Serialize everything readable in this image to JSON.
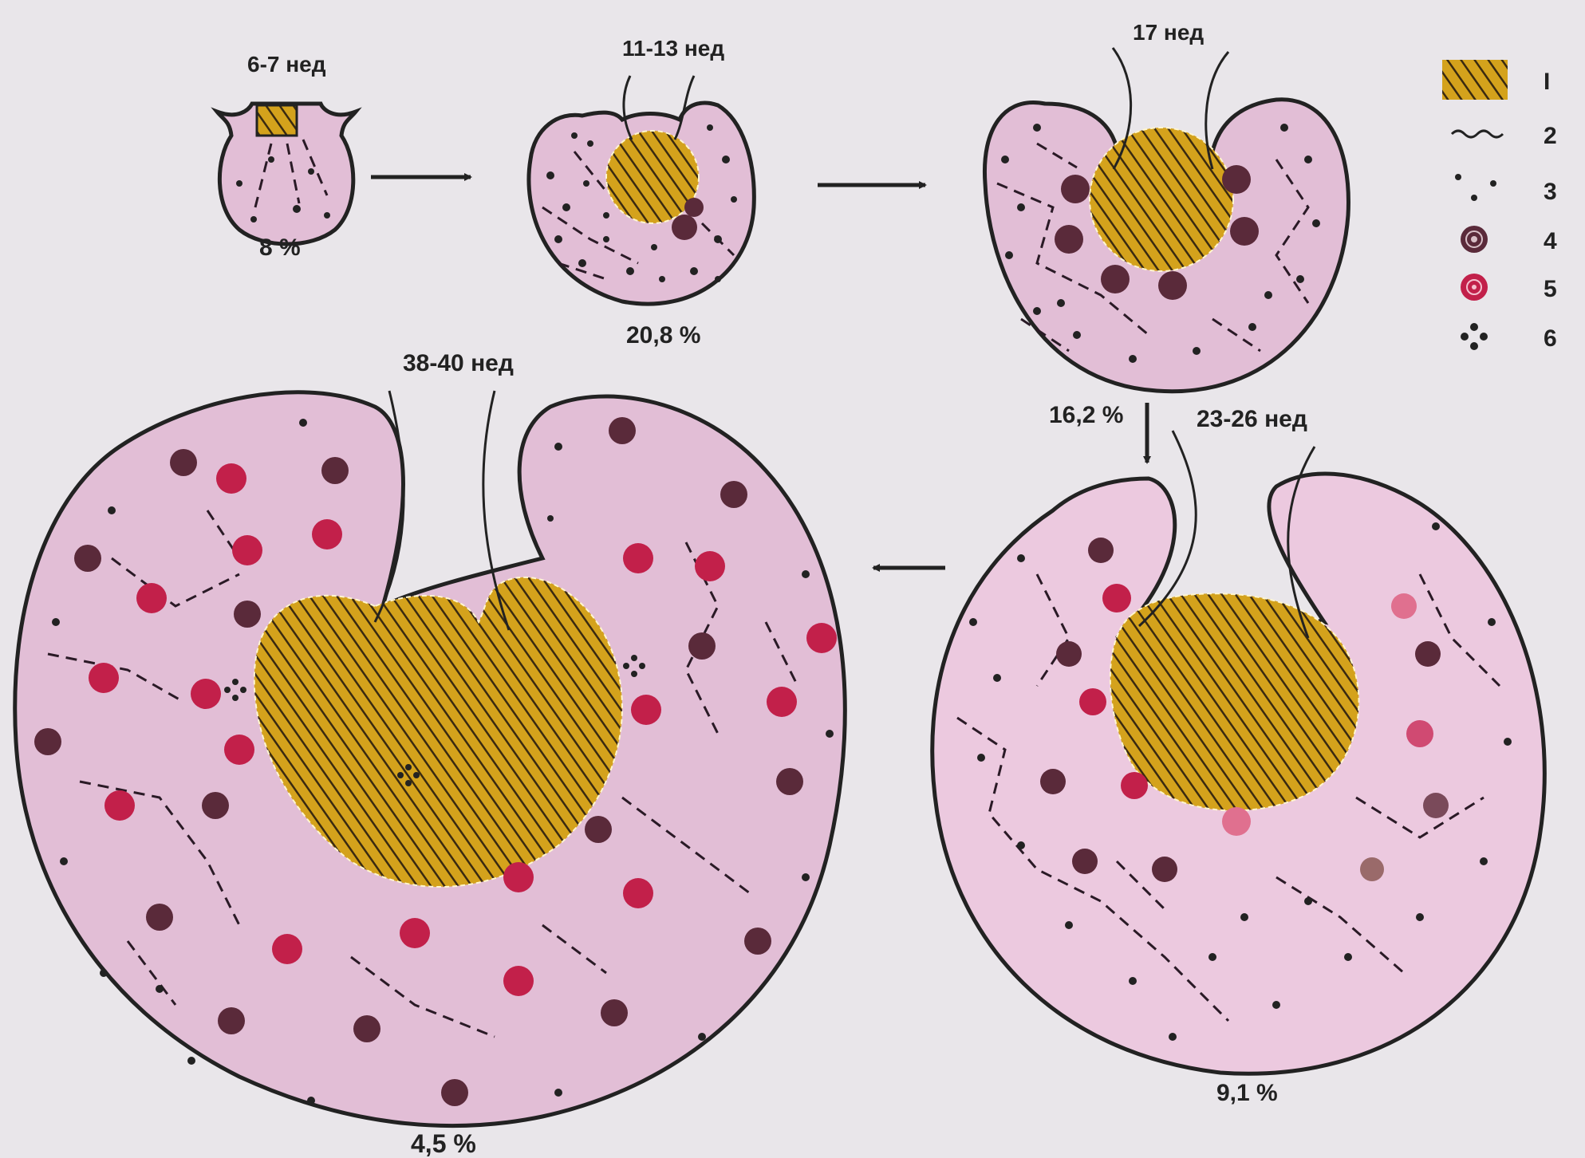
{
  "colors": {
    "background": "#e9e6ea",
    "tissue_fill": "#e2bed6",
    "tissue_fill_late": "#ecc9df",
    "hatch_base": "#d4a21c",
    "hatch_line": "#3a2a10",
    "outline": "#222222",
    "marker_dark": "#5a2a3a",
    "marker_red": "#c2204a"
  },
  "stages": [
    {
      "id": "s1",
      "age": "6-7 нед",
      "percent": "8 %"
    },
    {
      "id": "s2",
      "age": "11-13 нед",
      "percent": "20,8 %"
    },
    {
      "id": "s3",
      "age": "17 нед",
      "percent": "16,2 %"
    },
    {
      "id": "s4",
      "age": "23-26 нед",
      "percent": "9,1 %"
    },
    {
      "id": "s5",
      "age": "38-40 нед",
      "percent": "4,5 %"
    }
  ],
  "legend": [
    {
      "number": "I",
      "icon": "hatched-region-icon"
    },
    {
      "number": "2",
      "icon": "wavy-line-icon"
    },
    {
      "number": "3",
      "icon": "small-dots-icon"
    },
    {
      "number": "4",
      "icon": "concentric-cell-dark-icon"
    },
    {
      "number": "5",
      "icon": "concentric-cell-red-icon"
    },
    {
      "number": "6",
      "icon": "dot-cluster-icon"
    }
  ]
}
